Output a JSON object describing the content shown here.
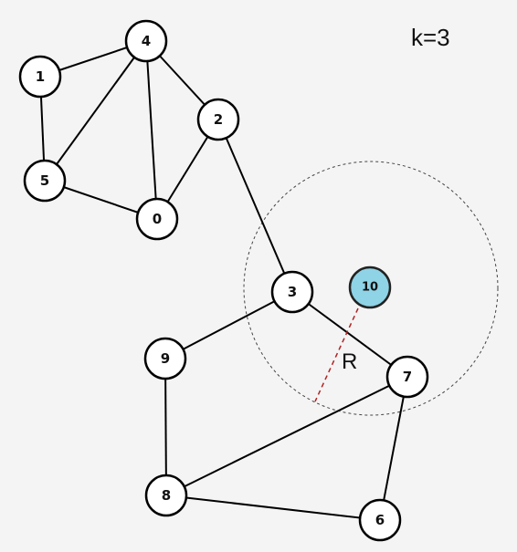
{
  "k_label": "k=3",
  "radius_label": "R",
  "colors": {
    "query_node_fill": "#8fd3e6",
    "node_fill": "#ffffff",
    "edge": "#000000",
    "radius_line": "#b22222"
  },
  "nodes": [
    {
      "id": "0",
      "label": "0"
    },
    {
      "id": "1",
      "label": "1"
    },
    {
      "id": "2",
      "label": "2"
    },
    {
      "id": "3",
      "label": "3"
    },
    {
      "id": "4",
      "label": "4"
    },
    {
      "id": "5",
      "label": "5"
    },
    {
      "id": "6",
      "label": "6"
    },
    {
      "id": "7",
      "label": "7"
    },
    {
      "id": "8",
      "label": "8"
    },
    {
      "id": "9",
      "label": "9"
    },
    {
      "id": "10",
      "label": "10",
      "is_query": true
    }
  ],
  "edges": [
    [
      "1",
      "4"
    ],
    [
      "1",
      "5"
    ],
    [
      "4",
      "5"
    ],
    [
      "4",
      "0"
    ],
    [
      "4",
      "2"
    ],
    [
      "2",
      "0"
    ],
    [
      "5",
      "0"
    ],
    [
      "2",
      "3"
    ],
    [
      "3",
      "9"
    ],
    [
      "3",
      "7"
    ],
    [
      "9",
      "8"
    ],
    [
      "8",
      "7"
    ],
    [
      "8",
      "6"
    ],
    [
      "7",
      "6"
    ]
  ]
}
